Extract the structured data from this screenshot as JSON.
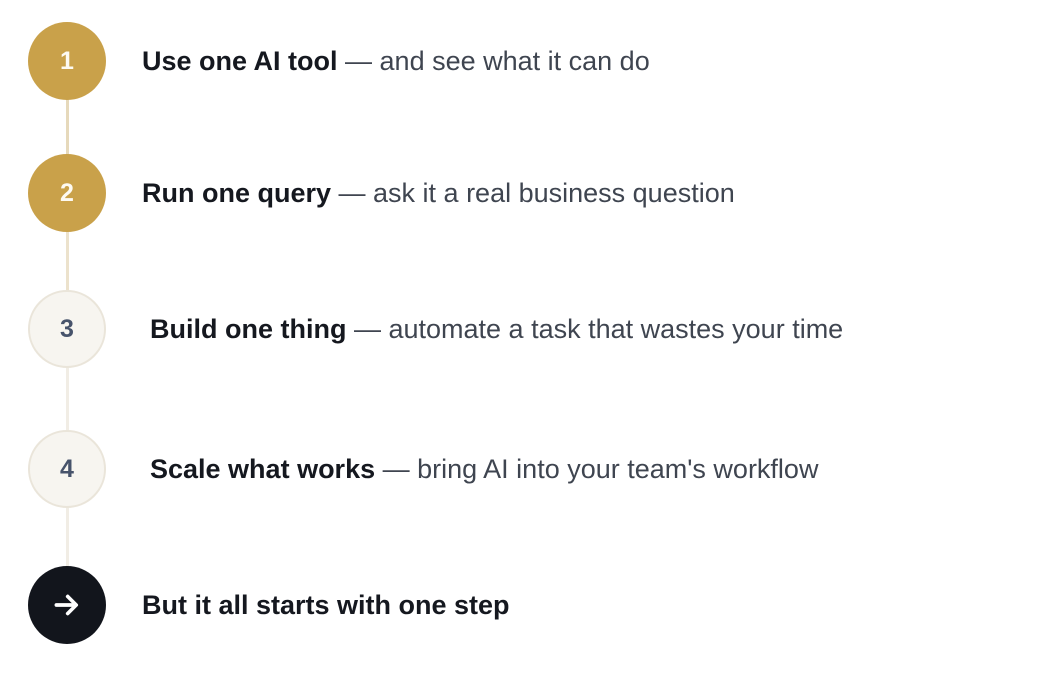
{
  "diagram": {
    "type": "vertical-step-roadmap",
    "accent_color": "#c9a14a",
    "rail_color": "#e8dcc0",
    "rail_color_muted": "#f0ece4",
    "pale_marker_fill": "#f7f5f0",
    "pale_marker_border": "#eae5da",
    "final_marker_fill": "#12151c",
    "bold_text_color": "#15181f",
    "body_text_color": "#3f4550",
    "background": "#ffffff",
    "steps": [
      {
        "marker": "1",
        "marker_style": "gold",
        "lead": "Use one AI tool",
        "dash": " — ",
        "rest": "and see what it can do"
      },
      {
        "marker": "2",
        "marker_style": "gold",
        "lead": "Run one query",
        "dash": " — ",
        "rest": "ask it a real business question"
      },
      {
        "marker": "3",
        "marker_style": "pale",
        "lead": "Build one thing",
        "dash": " — ",
        "rest": "automate a task that wastes your time"
      },
      {
        "marker": "4",
        "marker_style": "pale",
        "lead": "Scale what works",
        "dash": " — ",
        "rest": "bring AI into your team's workflow"
      },
      {
        "marker": "arrow-right-icon",
        "marker_style": "dark",
        "lead": "But it all starts with ",
        "dash": "",
        "rest": "one step"
      }
    ]
  }
}
